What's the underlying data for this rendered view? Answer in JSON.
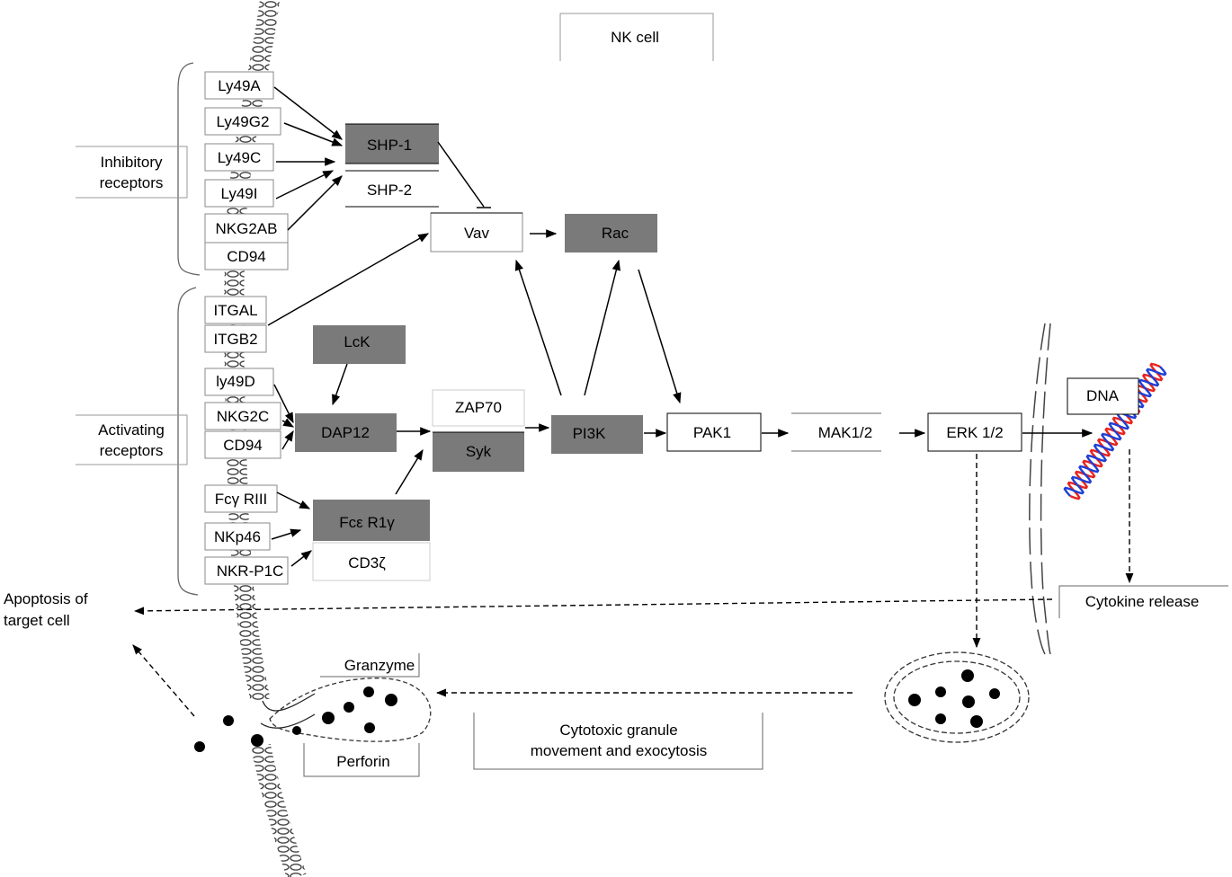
{
  "header": {
    "title": "NK cell"
  },
  "groups": {
    "inhibitory": [
      "Inhibitory",
      "receptors"
    ],
    "activating": [
      "Activating",
      "receptors"
    ]
  },
  "receptors": {
    "ly49a": "Ly49A",
    "ly49g2": "Ly49G2",
    "ly49c": "Ly49C",
    "ly49i": "Ly49I",
    "nkg2ab": "NKG2AB",
    "cd94_inhib": "CD94",
    "itgal": "ITGAL",
    "itgb2": "ITGB2",
    "ly49d": "ly49D",
    "nkg2c": "NKG2C",
    "cd94_act": "CD94",
    "fcgr3": "Fcγ RIII",
    "nkp46": "NKp46",
    "nkrp1c": "NKR-P1C"
  },
  "nodes": {
    "shp1": "SHP-1",
    "shp2": "SHP-2",
    "vav": "Vav",
    "rac": "Rac",
    "lck": "LcK",
    "dap12": "DAP12",
    "zap70": "ZAP70",
    "syk": "Syk",
    "fcer1g": "Fcε R1γ",
    "cd3z": "CD3ζ",
    "pi3k": "PI3K",
    "pak1": "PAK1",
    "mak12": "MAK1/2",
    "erk12": "ERK 1/2",
    "dna": "DNA"
  },
  "outputs": {
    "cytokine": "Cytokine release",
    "apoptosis": [
      "Apoptosis of",
      "target cell"
    ],
    "granzyme": "Granzyme",
    "perforin": "Perforin",
    "granule": [
      "Cytotoxic granule",
      "movement and exocytosis"
    ]
  },
  "colors": {
    "dark_fill": "#7a7a7a",
    "dna_red": "#e8231c",
    "dna_blue": "#1f3fd6",
    "membrane": "#444444"
  }
}
